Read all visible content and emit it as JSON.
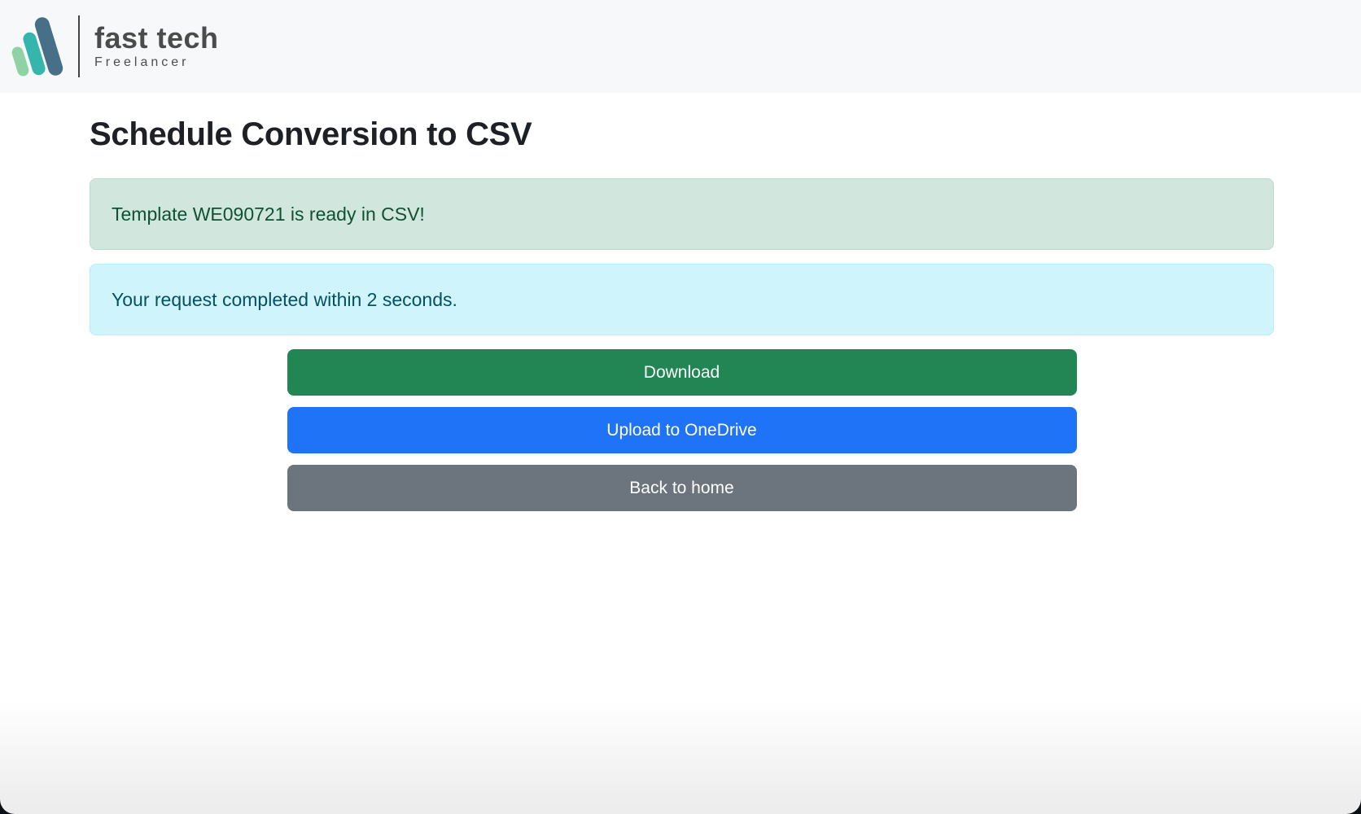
{
  "brand": {
    "name": "fast tech",
    "tagline": "Freelancer",
    "logo_icon": "three-diagonal-bars",
    "logo_colors": {
      "small_bar": "#8fd3a4",
      "medium_bar": "#35b5ac",
      "large_bar": "#476f88"
    }
  },
  "page": {
    "title": "Schedule Conversion to CSV"
  },
  "alerts": {
    "success": {
      "text": "Template WE090721 is ready in CSV!",
      "bg": "#d1e7dd",
      "fg": "#0f5132",
      "border": "#bcdccb"
    },
    "info": {
      "text": "Your request completed within 2 seconds.",
      "bg": "#cff4fc",
      "fg": "#055160",
      "border": "#b8eefa"
    }
  },
  "actions": [
    {
      "label": "Download",
      "bg": "#218554"
    },
    {
      "label": "Upload to OneDrive",
      "bg": "#1f73f6"
    },
    {
      "label": "Back to home",
      "bg": "#6c757d"
    }
  ]
}
